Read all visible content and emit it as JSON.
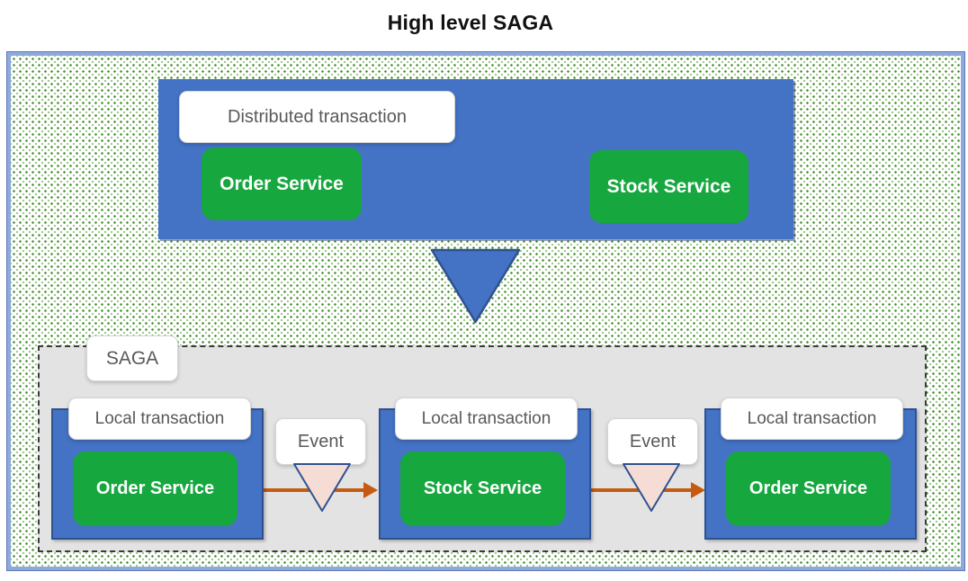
{
  "title": "High level SAGA",
  "distributed": {
    "label": "Distributed transaction",
    "services": [
      {
        "name": "Order Service"
      },
      {
        "name": "Stock Service"
      }
    ]
  },
  "saga": {
    "label": "SAGA",
    "steps": [
      {
        "label": "Local transaction",
        "service": "Order Service"
      },
      {
        "label": "Local transaction",
        "service": "Stock Service"
      },
      {
        "label": "Local transaction",
        "service": "Order Service"
      }
    ],
    "events": [
      {
        "label": "Event"
      },
      {
        "label": "Event"
      }
    ]
  },
  "icons": {
    "flow_down_arrow": "triangle-down",
    "event_marker": "triangle-down",
    "flow_arrow": "arrow-right"
  },
  "colors": {
    "box_blue": "#4472c4",
    "box_blue_border": "#2e5290",
    "service_green": "#17a73f",
    "arrow_orange": "#c55a11",
    "event_triangle_pink": "#f5ddd5",
    "label_text_gray": "#595959",
    "saga_container_gray": "#e3e3e3",
    "outer_border_blue": "#8ea9dc",
    "dot_pattern_green": "#3d8b26"
  }
}
